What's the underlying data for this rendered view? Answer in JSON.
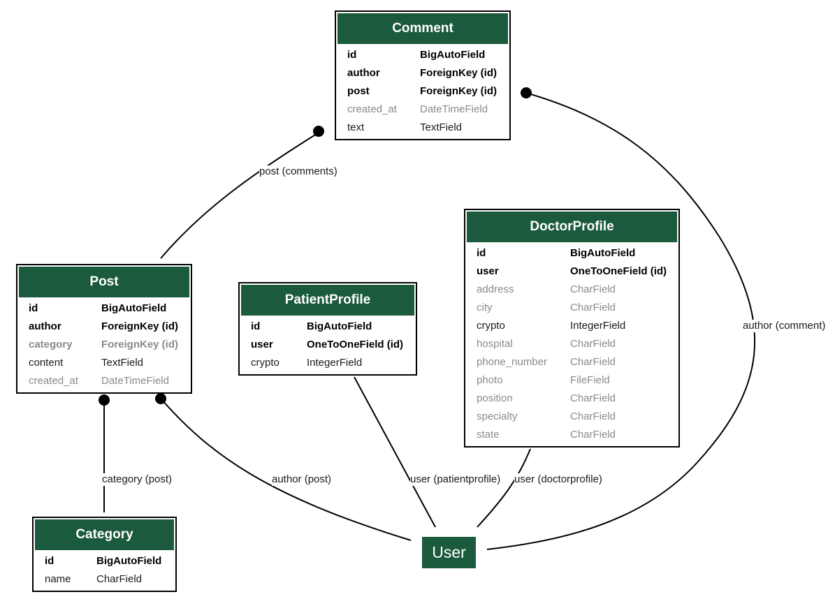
{
  "entities": {
    "comment": {
      "title": "Comment",
      "fields": [
        {
          "name": "id",
          "type": "BigAutoField",
          "style": "key"
        },
        {
          "name": "author",
          "type": "ForeignKey (id)",
          "style": "key"
        },
        {
          "name": "post",
          "type": "ForeignKey (id)",
          "style": "key"
        },
        {
          "name": "created_at",
          "type": "DateTimeField",
          "style": "opt"
        },
        {
          "name": "text",
          "type": "TextField",
          "style": "plain"
        }
      ]
    },
    "post": {
      "title": "Post",
      "fields": [
        {
          "name": "id",
          "type": "BigAutoField",
          "style": "key"
        },
        {
          "name": "author",
          "type": "ForeignKey (id)",
          "style": "key"
        },
        {
          "name": "category",
          "type": "ForeignKey (id)",
          "style": "opt key"
        },
        {
          "name": "content",
          "type": "TextField",
          "style": "plain"
        },
        {
          "name": "created_at",
          "type": "DateTimeField",
          "style": "opt"
        }
      ]
    },
    "patientprofile": {
      "title": "PatientProfile",
      "fields": [
        {
          "name": "id",
          "type": "BigAutoField",
          "style": "key"
        },
        {
          "name": "user",
          "type": "OneToOneField (id)",
          "style": "key"
        },
        {
          "name": "crypto",
          "type": "IntegerField",
          "style": "plain"
        }
      ]
    },
    "doctorprofile": {
      "title": "DoctorProfile",
      "fields": [
        {
          "name": "id",
          "type": "BigAutoField",
          "style": "key"
        },
        {
          "name": "user",
          "type": "OneToOneField (id)",
          "style": "key"
        },
        {
          "name": "address",
          "type": "CharField",
          "style": "opt"
        },
        {
          "name": "city",
          "type": "CharField",
          "style": "opt"
        },
        {
          "name": "crypto",
          "type": "IntegerField",
          "style": "plain"
        },
        {
          "name": "hospital",
          "type": "CharField",
          "style": "opt"
        },
        {
          "name": "phone_number",
          "type": "CharField",
          "style": "opt"
        },
        {
          "name": "photo",
          "type": "FileField",
          "style": "opt"
        },
        {
          "name": "position",
          "type": "CharField",
          "style": "opt"
        },
        {
          "name": "specialty",
          "type": "CharField",
          "style": "opt"
        },
        {
          "name": "state",
          "type": "CharField",
          "style": "opt"
        }
      ]
    },
    "category": {
      "title": "Category",
      "fields": [
        {
          "name": "id",
          "type": "BigAutoField",
          "style": "key"
        },
        {
          "name": "name",
          "type": "CharField",
          "style": "plain"
        }
      ]
    }
  },
  "user_node": {
    "label": "User"
  },
  "edge_labels": {
    "post_comments": "post (comments)",
    "author_comment": "author (comment)",
    "category_post": "category (post)",
    "author_post": "author (post)",
    "user_patientprofile": "user (patientprofile)",
    "user_doctorprofile": "user (doctorprofile)"
  },
  "colors": {
    "header": "#1c5a3d",
    "muted_text": "#8a8a8a"
  }
}
